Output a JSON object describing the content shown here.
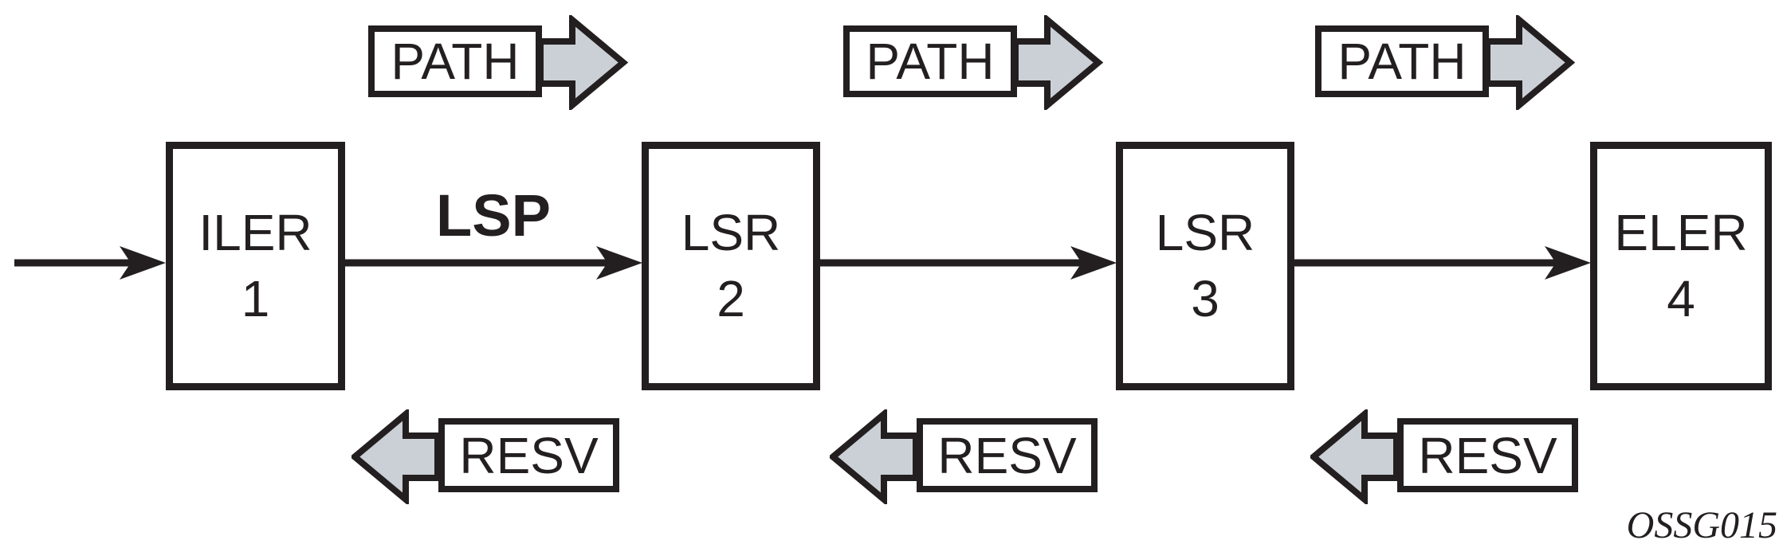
{
  "figure": {
    "lsp_label": "LSP",
    "id_label": "OSSG015"
  },
  "nodes": [
    {
      "label": "ILER",
      "number": "1"
    },
    {
      "label": "LSR",
      "number": "2"
    },
    {
      "label": "LSR",
      "number": "3"
    },
    {
      "label": "ELER",
      "number": "4"
    }
  ],
  "messages": {
    "path": [
      {
        "label": "PATH"
      },
      {
        "label": "PATH"
      },
      {
        "label": "PATH"
      }
    ],
    "resv": [
      {
        "label": "RESV"
      },
      {
        "label": "RESV"
      },
      {
        "label": "RESV"
      }
    ]
  },
  "colors": {
    "stroke": "#231f20",
    "arrow_fill": "#cbd0d6",
    "background": "#ffffff"
  }
}
